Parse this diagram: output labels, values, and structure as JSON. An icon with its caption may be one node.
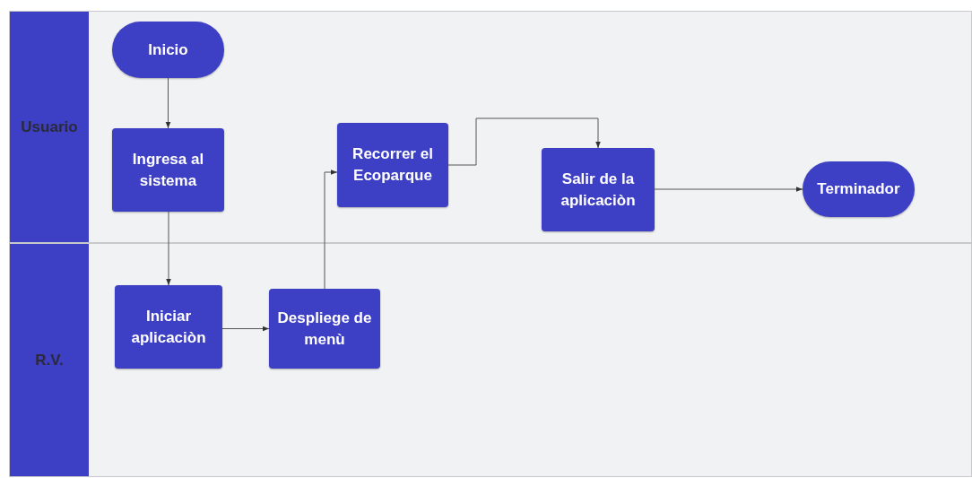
{
  "diagram": {
    "nodes": [
      {
        "text": [
          "Usuario"
        ]
      },
      {
        "text": [
          "R.V."
        ]
      },
      {
        "text": [
          "Inicio"
        ],
        "in": 0
      },
      {
        "text": [
          "Ingresa al sistema"
        ],
        "in": 0
      },
      {
        "text": [
          "Recorrer el Ecoparque"
        ],
        "in": 0
      },
      {
        "text": [
          "Salir de la aplicaciòn"
        ],
        "in": 0
      },
      {
        "text": [
          "Terminador"
        ],
        "in": 0
      },
      {
        "text": [
          "Iniciar aplicaciòn"
        ],
        "in": 1
      },
      {
        "text": [
          "Despliege de menù"
        ],
        "in": 1
      }
    ],
    "edges": [
      {
        "from": 2,
        "to": 3,
        "arrow": "to"
      },
      {
        "from": 3,
        "to": 7,
        "arrow": "to"
      },
      {
        "from": 7,
        "to": 8,
        "arrow": "to"
      },
      {
        "from": 8,
        "to": 4,
        "arrow": "to"
      },
      {
        "from": 4,
        "to": 5,
        "arrow": "to"
      },
      {
        "from": 5,
        "to": 6,
        "arrow": "to"
      }
    ]
  }
}
